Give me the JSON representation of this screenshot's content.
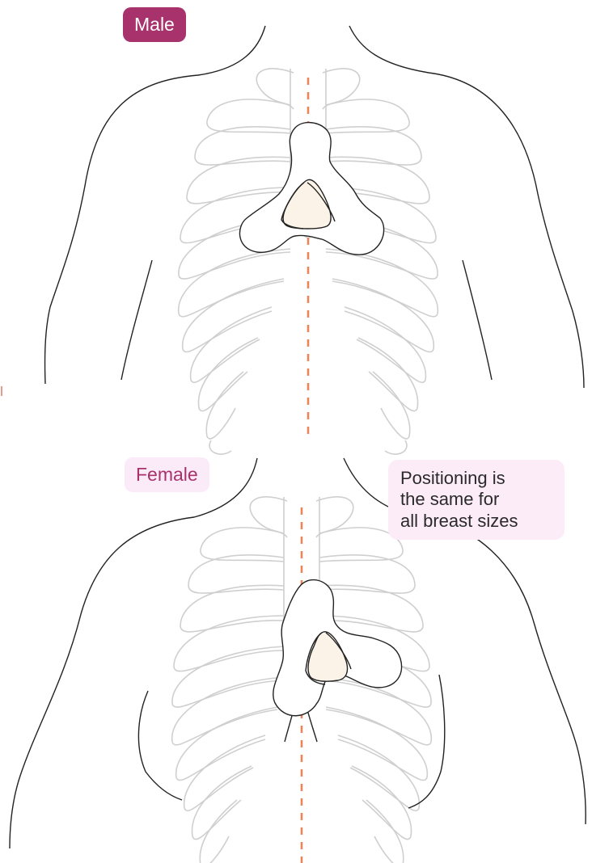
{
  "labels": {
    "male": "Male",
    "female": "Female",
    "note": "Positioning is\nthe same for\nall breast sizes"
  },
  "colors": {
    "accent": "#a8336c",
    "accent_light": "#fbeaf7",
    "midline": "#e6875a",
    "ribs": "#cfcfcf",
    "outline": "#222222",
    "pad_fill": "#fbf3e8"
  }
}
